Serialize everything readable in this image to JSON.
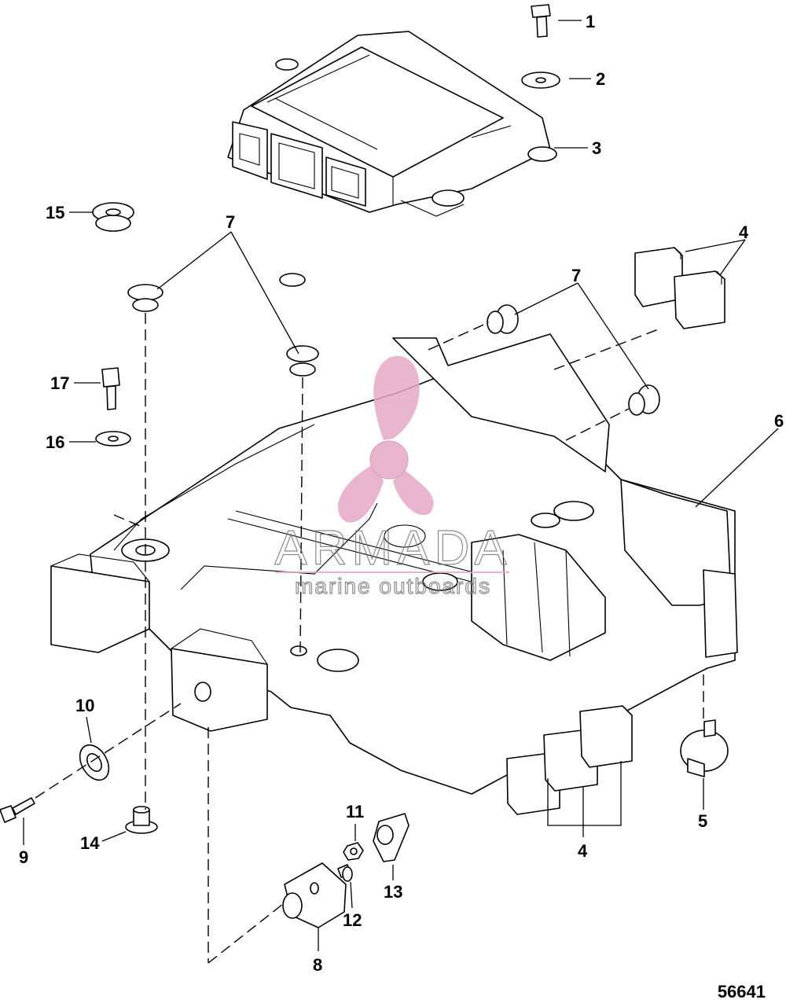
{
  "diagram": {
    "callouts": {
      "c1": "1",
      "c2": "2",
      "c3": "3",
      "c4a": "4",
      "c4b": "4",
      "c5": "5",
      "c6": "6",
      "c7a": "7",
      "c7b": "7",
      "c8": "8",
      "c9": "9",
      "c10": "10",
      "c11": "11",
      "c12": "12",
      "c13": "13",
      "c14": "14",
      "c15": "15",
      "c16": "16",
      "c17": "17"
    },
    "figure_number": "56641"
  },
  "watermark": {
    "brand": "ARMADA",
    "tagline": "marine outboards",
    "color": "#e6a9c6"
  }
}
